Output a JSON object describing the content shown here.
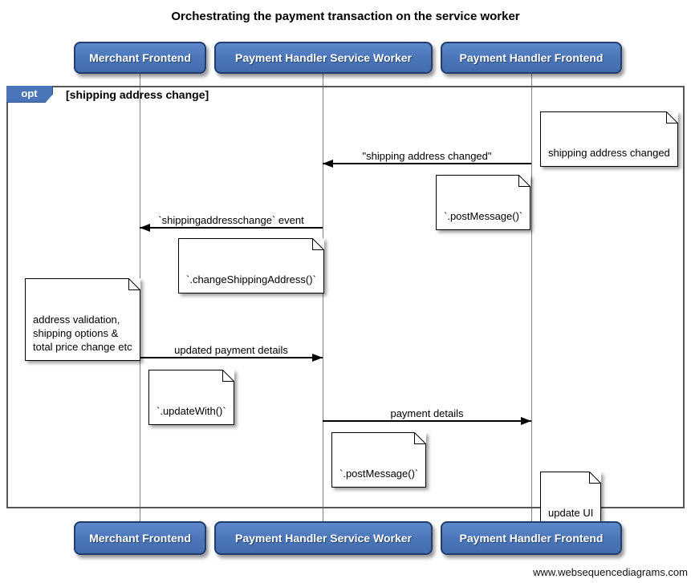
{
  "title": "Orchestrating the payment transaction on the service worker",
  "watermark": "www.websequencediagrams.com",
  "actors": [
    {
      "label": "Merchant Frontend"
    },
    {
      "label": "Payment Handler Service Worker"
    },
    {
      "label": "Payment Handler Frontend"
    }
  ],
  "fragment": {
    "operator": "opt",
    "guard": "[shipping address change]"
  },
  "messages": [
    {
      "label": "\"shipping address changed\"",
      "from": "Payment Handler Frontend",
      "to": "Payment Handler Service Worker",
      "direction": "left"
    },
    {
      "label": "`shippingaddresschange` event",
      "from": "Payment Handler Service Worker",
      "to": "Merchant Frontend",
      "direction": "left"
    },
    {
      "label": "updated payment details",
      "from": "Merchant Frontend",
      "to": "Payment Handler Service Worker",
      "direction": "right"
    },
    {
      "label": "payment details",
      "from": "Payment Handler Service Worker",
      "to": "Payment Handler Frontend",
      "direction": "right"
    }
  ],
  "notes": [
    {
      "text": "shipping address changed"
    },
    {
      "text": "`.postMessage()`"
    },
    {
      "text": "`.changeShippingAddress()`"
    },
    {
      "text": "address validation,\nshipping options &\ntotal price change etc"
    },
    {
      "text": "`.updateWith()`"
    },
    {
      "text": "`.postMessage()`"
    },
    {
      "text": "update UI"
    }
  ],
  "colors": {
    "actor_fill": "#4a76b9",
    "actor_border": "#203d6b",
    "frame_border": "#575757",
    "lifeline": "#7f7f7f",
    "note_fill": "#ffffff",
    "arrow": "#000000"
  }
}
